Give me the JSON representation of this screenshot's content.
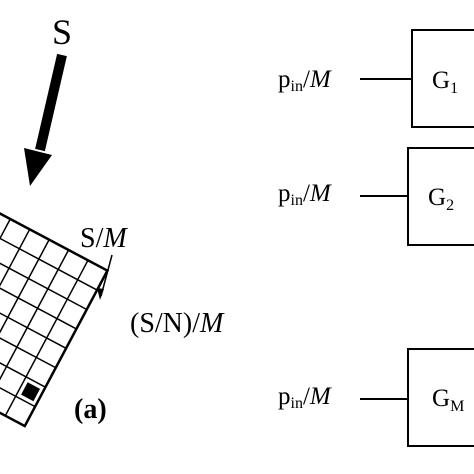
{
  "source": {
    "label": "S"
  },
  "annotations": {
    "per_element_snr": "S/",
    "per_element_snr_italic": "M",
    "per_element_sn": "(S/N)/",
    "per_element_sn_italic": "M"
  },
  "panel_label": "(a)",
  "receivers": [
    {
      "p": "p",
      "sub": "in",
      "slash": "/",
      "M": "M",
      "box": "G",
      "box_sub": "1"
    },
    {
      "p": "p",
      "sub": "in",
      "slash": "/",
      "M": "M",
      "box": "G",
      "box_sub": "2"
    },
    {
      "p": "p",
      "sub": "in",
      "slash": "/",
      "M": "M",
      "box": "G",
      "box_sub": "M"
    }
  ],
  "colors": {
    "ink": "#000000",
    "background": "#ffffff"
  }
}
